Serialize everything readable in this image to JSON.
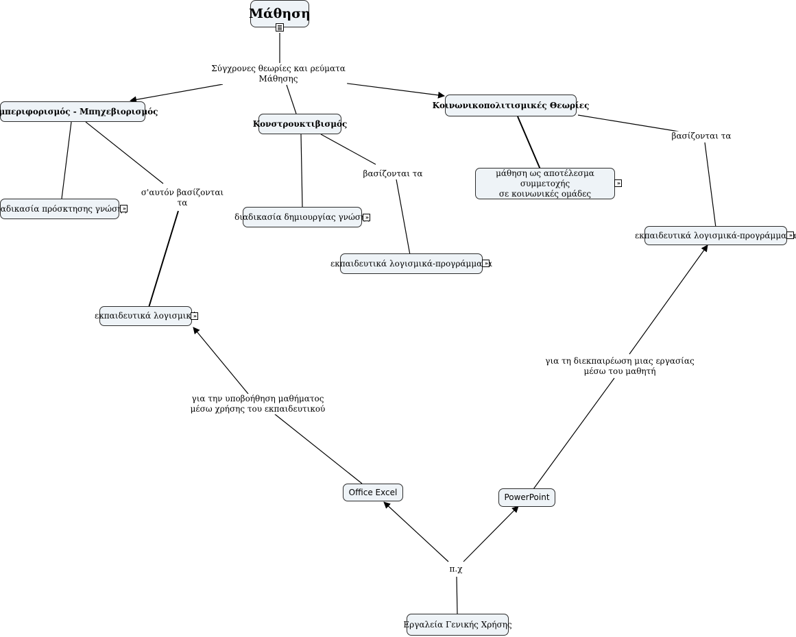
{
  "map": {
    "root": "Μάθηση",
    "linking": {
      "modern": "Σύγχρονες θεωρίες και ρεύματα\nΜάθησης",
      "based_on_left": "σ'αυτόν βασίζονται\nτα",
      "based_on_mid": "βασίζονται τα",
      "based_on_right": "βασίζονται τα",
      "teaching": "για την υποβοήθηση μαθήματος\nμέσω χρήσης του εκπαιδευτικού",
      "task": "για τη διεκπαιρέωση μιας εργασίας\nμέσω του μαθητή",
      "eg": "π.χ"
    },
    "concepts": {
      "behaviorism": "Συμπεριφορισμός - Μπηχεβιορισμός",
      "constructivism": "Κονστρουκτιβισμός",
      "sociocultural": "Κοινωνικοπολιτισμικές Θεωρίες",
      "knowledge_acquisition": "διαδικασία πρόσκτησης γνώσης",
      "knowledge_creation": "διαδικασία δημιουργίας γνώσης",
      "participation": "μάθηση ως αποτέλεσμα συμμετοχής\nσε κοινωνικές ομάδες",
      "edu_software_programs_mid": "εκπαιδευτικά λογισμικά-προγράμματα",
      "edu_software_programs_right": "εκπαιδευτικά λογισμικά-προγράμματα",
      "edu_software": "εκπαιδευτικά λογισμικά",
      "excel": "Office Excel",
      "powerpoint": "PowerPoint",
      "general_tools": "Εργαλεία Γενικής Χρήσης"
    },
    "expand_glyph": "»"
  }
}
